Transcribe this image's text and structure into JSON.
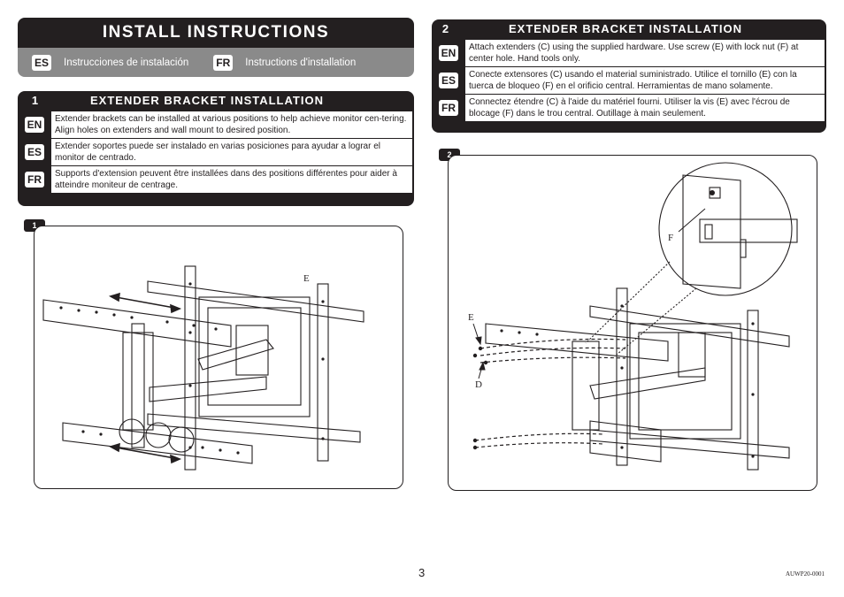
{
  "header": {
    "title": "INSTALL INSTRUCTIONS",
    "languages": [
      {
        "code": "ES",
        "label": "Instrucciones de instalación"
      },
      {
        "code": "FR",
        "label": "Instructions d'installation"
      }
    ]
  },
  "step1": {
    "number": "1",
    "title": "EXTENDER BRACKET INSTALLATION",
    "rows": [
      {
        "code": "EN",
        "text": "Extender brackets can be installed at various positions to help achieve monitor cen-tering.  Align holes on extenders and wall mount to desired position."
      },
      {
        "code": "ES",
        "text": "Extender soportes puede ser instalado en varias posiciones para ayudar a lograr el monitor de centrado."
      },
      {
        "code": "FR",
        "text": "Supports d'extension peuvent être installées dans des positions différentes pour aider à atteindre moniteur de centrage."
      }
    ]
  },
  "step2": {
    "number": "2",
    "title": "EXTENDER BRACKET INSTALLATION",
    "rows": [
      {
        "code": "EN",
        "text": "Attach extenders (C) using the supplied hardware.  Use screw (E) with lock nut (F) at center hole.  Hand tools only."
      },
      {
        "code": "ES",
        "text": "Conecte extensores (C) usando el material suministrado. Utilice el tornillo (E) con la tuerca de bloqueo (F) en el orificio central. Herramientas de mano solamente."
      },
      {
        "code": "FR",
        "text": "Connectez étendre (C) à l'aide du matériel fourni. Utiliser la vis (E) avec l'écrou de blocage (F) dans le trou central. Outillage à main seulement."
      }
    ]
  },
  "figure1": {
    "tag": "1",
    "labels": {
      "e": "E"
    }
  },
  "figure2": {
    "tag": "2",
    "labels": {
      "e": "E",
      "d": "D",
      "f": "F"
    }
  },
  "footer": {
    "page_number": "3",
    "doc_code": "AUWP20-0001"
  }
}
